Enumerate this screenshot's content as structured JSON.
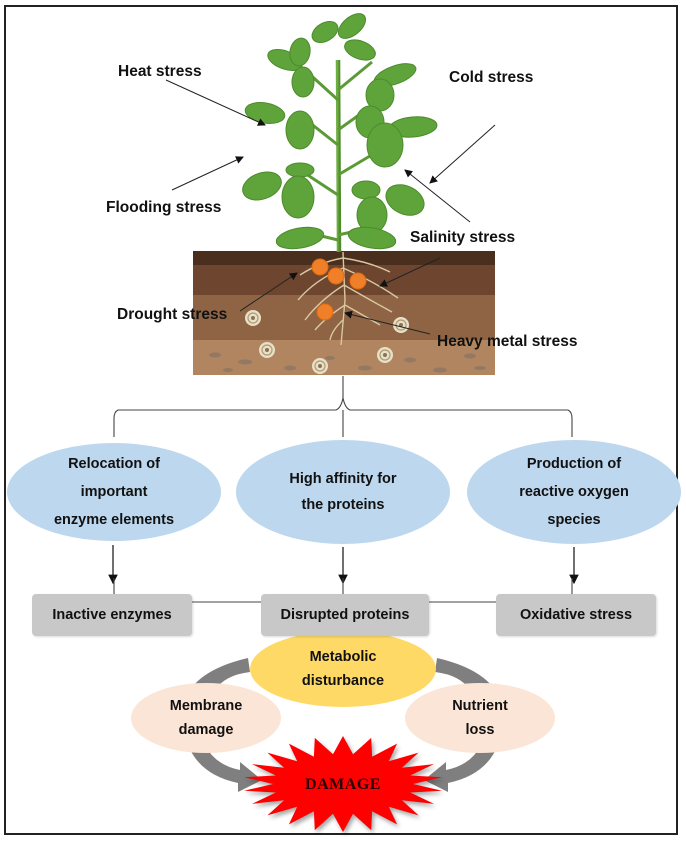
{
  "stresses": {
    "heat": "Heat stress",
    "cold": "Cold stress",
    "flooding": "Flooding stress",
    "salinity": "Salinity stress",
    "drought": "Drought stress",
    "heavy_metal": "Heavy metal stress"
  },
  "mechanisms": [
    {
      "line1": "Relocation of",
      "line2": "important",
      "line3": "enzyme elements"
    },
    {
      "line1": "High affinity for",
      "line2": "the proteins",
      "line3": ""
    },
    {
      "line1": "Production of",
      "line2": "reactive oxygen",
      "line3": "species"
    }
  ],
  "effects": [
    "Inactive enzymes",
    "Disrupted proteins",
    "Oxidative stress"
  ],
  "cycle": {
    "metabolic": {
      "line1": "Metabolic",
      "line2": "disturbance"
    },
    "membrane": {
      "line1": "Membrane",
      "line2": "damage"
    },
    "nutrient": {
      "line1": "Nutrient",
      "line2": "loss"
    },
    "damage": "DAMAGE"
  },
  "colors": {
    "mechanism_fill": "#bdd7ee",
    "effect_fill": "#c8c8c8",
    "metabolic_fill": "#ffd966",
    "side_fill": "#fbe5d6",
    "damage_fill": "#ff0000",
    "arrow_gray": "#7f7f7f",
    "leaf": "#5a9e3a",
    "soil_top": "#5b3a26",
    "soil_mid": "#8a5f42",
    "soil_low": "#a67a56"
  }
}
